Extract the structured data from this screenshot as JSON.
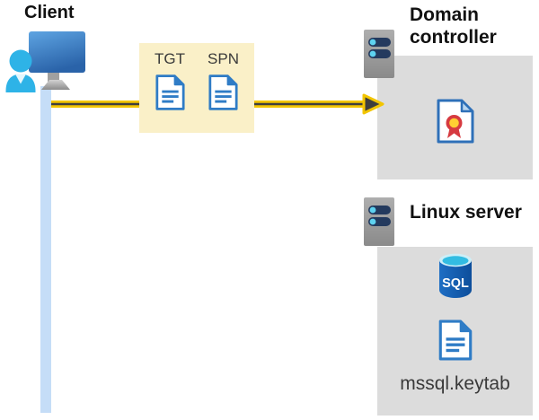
{
  "client": {
    "label": "Client"
  },
  "tickets": [
    {
      "label": "TGT"
    },
    {
      "label": "SPN"
    }
  ],
  "domain_controller": {
    "label": "Domain controller"
  },
  "linux_server": {
    "label": "Linux server",
    "database_label": "SQL",
    "keytab_label": "mssql.keytab"
  },
  "colors": {
    "arrow_gold": "#F2C500",
    "arrow_core_dark": "#3E3E3E",
    "ticket_panel_yellow": "#FAF0C8",
    "server_panel_gray": "#DCDCDC",
    "document_blue": "#2F7CC6",
    "timeline_blue": "#C5DDF7",
    "server_bar_navy": "#243A5E",
    "server_dot_cyan": "#5ED2F0",
    "certificate_red": "#D63A40",
    "certificate_gold": "#FFCE33",
    "sql_cylinder_blue": "#15599F",
    "client_person_cyan": "#2EB3E7"
  }
}
